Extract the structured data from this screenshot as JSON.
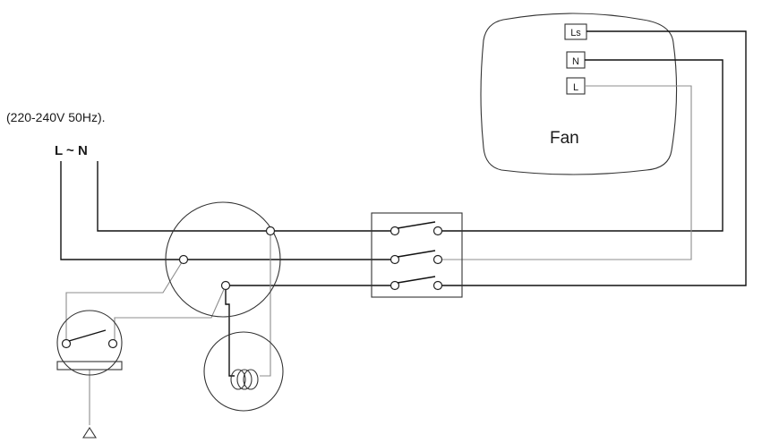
{
  "supply": {
    "voltage_label": "(220-240V 50Hz).",
    "line_label": "L ~ N"
  },
  "fan": {
    "title": "Fan",
    "terminals": [
      "Ls",
      "N",
      "L"
    ]
  },
  "colors": {
    "wire": "#111111",
    "control_wire": "#8c8c8c",
    "outline": "#333333"
  }
}
